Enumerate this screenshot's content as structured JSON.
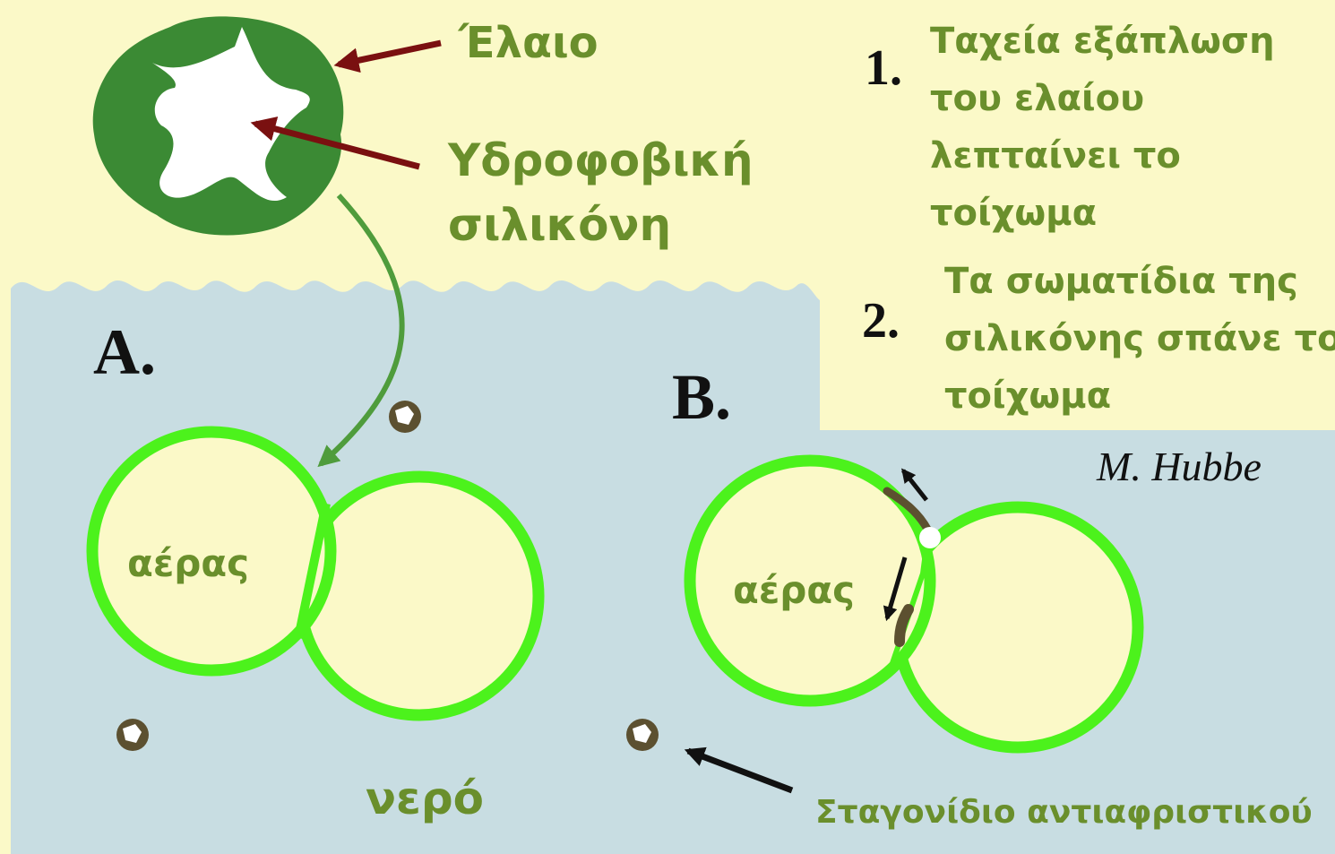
{
  "labels": {
    "oil": "Έλαιο",
    "silicone_line1": "Υδροφοβική",
    "silicone_line2": "σιλικόνη",
    "air_a": "αέρας",
    "air_b": "αέρας",
    "water": "νερό",
    "droplet": "Σταγονίδιο αντιαφριστικού",
    "panel_a": "A.",
    "panel_b": "B.",
    "author": "M. Hubbe"
  },
  "steps": [
    {
      "number": "1.",
      "lines": [
        "Ταχεία εξάπλωση",
        "του ελαίου",
        "λεπταίνει το",
        "τοίχωμα"
      ]
    },
    {
      "number": "2.",
      "lines": [
        "Τα σωματίδια της",
        "σιλικόνης σπάνε το",
        "τοίχωμα"
      ]
    }
  ],
  "colors": {
    "cream_background": "#fbf9c8",
    "water": "#c8dde2",
    "bubble_film": "#4cf21c",
    "bubble_fill": "#fbf9c8",
    "oil_green": "#3b8a34",
    "arrow_red": "#7a1010",
    "arrow_green": "#4f9c3c",
    "label_text": "#6a8f2c",
    "droplet_brown": "#5c5030"
  }
}
